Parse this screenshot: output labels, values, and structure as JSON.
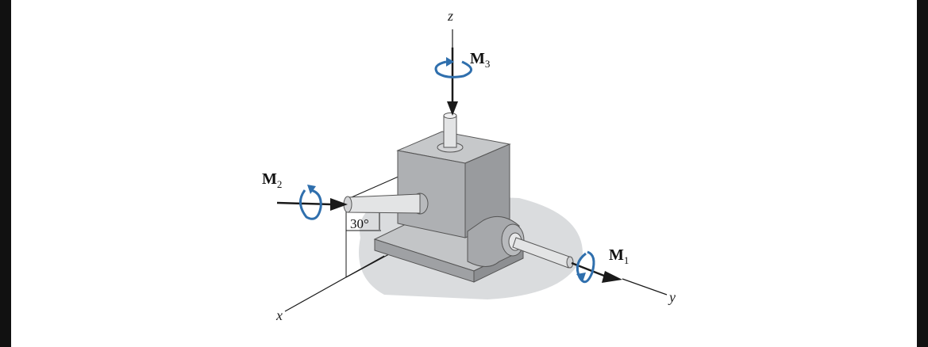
{
  "figure": {
    "axes": {
      "x": "x",
      "y": "y",
      "z": "z"
    },
    "moments": {
      "m1": {
        "symbol": "M",
        "subscript": "1"
      },
      "m2": {
        "symbol": "M",
        "subscript": "2"
      },
      "m3": {
        "symbol": "M",
        "subscript": "3"
      }
    },
    "angle_label": "30°",
    "colors": {
      "moment_arrow": "#2f6fad",
      "block_top": "#c6c8ca",
      "block_front": "#aeb0b3",
      "block_side": "#999b9e",
      "shadow": "#d4d6d8",
      "line": "#1a1a1a"
    }
  }
}
